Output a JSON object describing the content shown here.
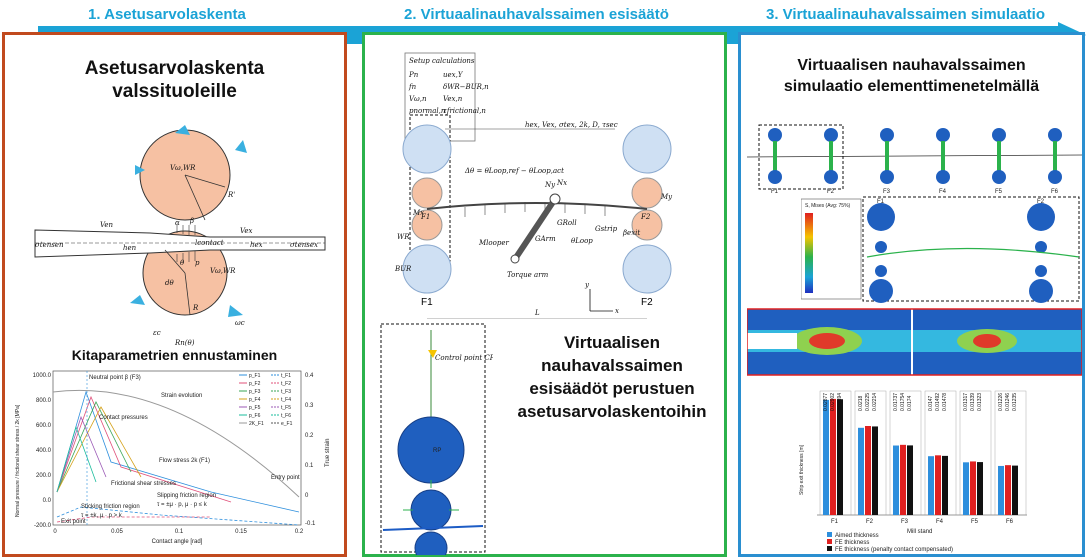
{
  "steps": [
    {
      "label": "1. Asetusarvolaskenta"
    },
    {
      "label": "2. Virtuaalinauhavalssaimen esisäätö"
    },
    {
      "label": "3. Virtuaalinauhavalssaimen simulaatio"
    }
  ],
  "panel1": {
    "title_line1": "Asetusarvolaskenta",
    "title_line2": "valssituoleille",
    "subtitle": "Kitaparametrien ennustaminen",
    "roll_labels": {
      "v_top": "Vω,WR",
      "r_prime": "R'",
      "v_bottom": "Vω,WR",
      "r": "R",
      "rn": "Rn(θ)",
      "omega": "ωc",
      "eps": "εc",
      "sigma_left": "σtensen",
      "sigma_right": "σtensex",
      "v_en": "Ven",
      "v_ex": "Vex",
      "h_en": "hen",
      "h_ex": "hex",
      "l_contact": "lcontact",
      "p": "p",
      "alpha": "α",
      "beta": "β",
      "dtheta": "dθ",
      "theta": "θ"
    },
    "chart": {
      "ylabel_left": "Normal pressure / frictional shear stress / 2k [MPa]",
      "ylabel_right": "True strain",
      "xlabel": "Contact angle [rad]",
      "yticks_left": [
        "1000.0",
        "800.0",
        "600.0",
        "400.0",
        "200.0",
        "0.0",
        "-200.0"
      ],
      "yticks_right": [
        "0.4",
        "0.3",
        "0.2",
        "0.1",
        "0",
        "-0.1"
      ],
      "xticks": [
        "0",
        "0.05",
        "0.1",
        "0.15",
        "0.2"
      ],
      "annotations": [
        "Neutral point β (F3)",
        "Strain evolution",
        "Contact pressures",
        "Flow stress 2k (F1)",
        "Frictional shear stresses",
        "Slipping friction region",
        "τ = ±μ · p, μ · p ≤ k",
        "Sticking friction region",
        "τ = ±k, μ · p > k",
        "Exit point",
        "Entry point"
      ],
      "legend": [
        "p_F1",
        "t_F1",
        "p_F2",
        "t_F2",
        "p_F3",
        "t_F3",
        "p_F4",
        "t_F4",
        "p_F5",
        "t_F5",
        "p_F6",
        "t_F6",
        "2K_F1",
        "e_F1"
      ]
    }
  },
  "panel2": {
    "setup_title": "Setup calculations",
    "setup_rows": [
      [
        "Pn",
        "uex,Y"
      ],
      [
        "fn",
        "δWR−BUR,n"
      ],
      [
        "Vω,n",
        "Vex,n"
      ],
      [
        "pnormal,n",
        "τfrictional,n"
      ]
    ],
    "labels": {
      "f1": "F1",
      "f2": "F2",
      "l": "L",
      "bur": "BUR",
      "wr": "WR",
      "mlooper": "Mlooper",
      "groll": "GRoll",
      "garm": "GArm",
      "torque_arm": "Torque arm",
      "gstrip": "Gstrip",
      "theta_loop": "θLoop",
      "beta_exit": "βexit",
      "nx": "Nx",
      "ny": "Ny",
      "mx": "Mx",
      "my": "My",
      "x": "x",
      "y": "y",
      "delta_eq": "Δθ = θLoop,ref − θLoop,act",
      "hex_line": "hex, Vex, σtex, 2k, D, τsec",
      "f1_inner": "F1",
      "f2_inner": "F2",
      "control_point": "Control point CP",
      "rp": "RP"
    },
    "description": [
      "Virtuaalisen",
      "nauhavalssaimen",
      "esisäädöt perustuen",
      "asetusarvolaskentoihin"
    ]
  },
  "panel3": {
    "title_line1": "Virtuaalisen nauhavalssaimen",
    "title_line2": "simulaatio elementtimenetelmällä",
    "stand_labels": [
      "F1",
      "F2",
      "F3",
      "F4",
      "F5",
      "F6"
    ],
    "zoom_labels": [
      "F1",
      "F2"
    ],
    "colorbar_title": "S, Mises (Avg: 75%)",
    "chart": {
      "ylabel": "Strip exit thickness [m]",
      "xlabel": "Mill stand",
      "categories": [
        "F1",
        "F2",
        "F3",
        "F4",
        "F5",
        "F6"
      ],
      "legend": [
        "Aimed thickness",
        "FE thickness",
        "FE thickness (penalty contact compensated)"
      ]
    }
  },
  "chart_data": {
    "type": "bar",
    "categories": [
      "F1",
      "F2",
      "F3",
      "F4",
      "F5",
      "F6"
    ],
    "xlabel": "Mill stand",
    "ylabel": "Strip exit thickness [m]",
    "series": [
      {
        "name": "Aimed thickness",
        "values": [
          0.02877,
          0.0218,
          0.01737,
          0.0147,
          0.01317,
          0.01226
        ]
      },
      {
        "name": "FE thickness",
        "values": [
          0.02902,
          0.02225,
          0.01754,
          0.01492,
          0.01339,
          0.01246
        ]
      },
      {
        "name": "FE thickness (penalty contact compensated)",
        "values": [
          0.02894,
          0.02214,
          0.0174,
          0.01478,
          0.01323,
          0.01235
        ]
      }
    ],
    "colors": [
      "#2e8fdd",
      "#e02020",
      "#111111"
    ]
  },
  "colors": {
    "panel1_border": "#c14a1e",
    "panel2_border": "#2bb24c",
    "panel3_border": "#2a8fd0",
    "arrow": "#1ba3d6",
    "roll_fill": "#f6c1a3",
    "blue_roll": "#cfe0f3"
  }
}
